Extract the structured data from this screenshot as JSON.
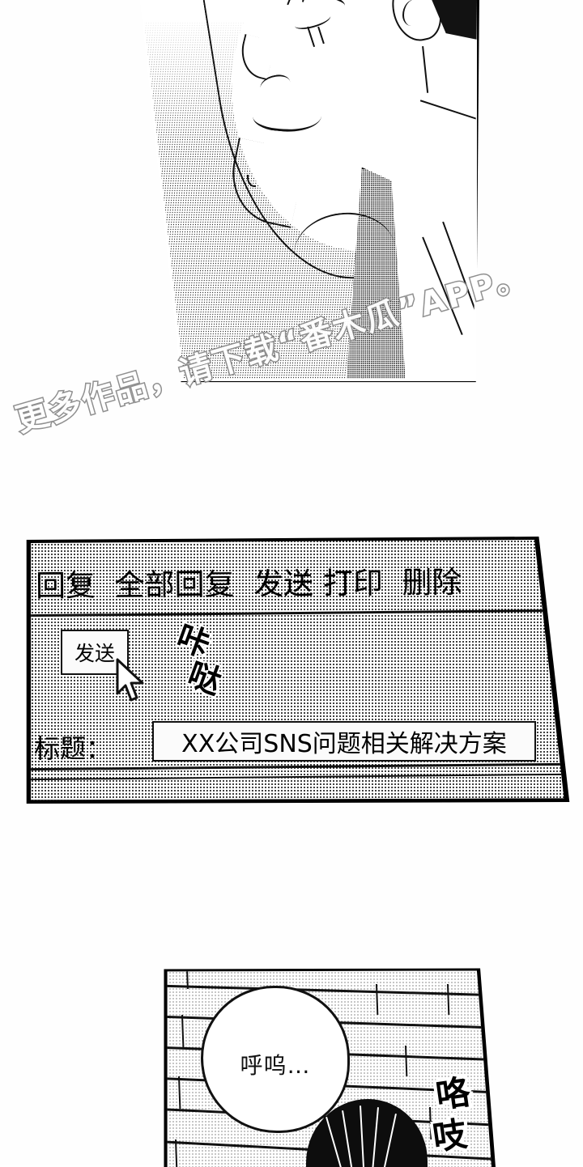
{
  "page": {
    "type": "manga-page",
    "background_color": "#ffffff",
    "ink_color": "#111111"
  },
  "watermark": {
    "text": "更多作品，请下载“番木瓜”APP。",
    "color": "#8a8a8a",
    "rotation_deg": -16
  },
  "panels": [
    {
      "id": "panel-face",
      "order": 1,
      "description": "Close-up profile of a man's lower face, jaw, ear and neck wearing a shirt and tie, rendered with halftone screentone",
      "shape": "slanted trapezoid",
      "texts": []
    },
    {
      "id": "panel-mail",
      "order": 2,
      "description": "Computer screen showing an email client window, slanted perspective trapezoid with halftone dot background",
      "shape": "slanted trapezoid",
      "texts": []
    },
    {
      "id": "panel-wall",
      "order": 3,
      "description": "Brick wall background with a speech bubble and the top of a dark-haired head entering from the bottom",
      "shape": "slanted trapezoid",
      "texts": []
    }
  ],
  "mail_window": {
    "toolbar": {
      "items": [
        {
          "label": "回复",
          "name": "reply"
        },
        {
          "label": "全部回复",
          "name": "reply-all"
        },
        {
          "label": "发送",
          "name": "send"
        },
        {
          "label": "打印",
          "name": "print"
        },
        {
          "label": "删除",
          "name": "delete"
        }
      ]
    },
    "send_button": {
      "label": "发送"
    },
    "cursor": {
      "icon": "mouse-pointer-icon"
    },
    "subject": {
      "label": "标题：",
      "value": "XX公司SNS问题相关解决方案",
      "placeholder": "标题"
    }
  },
  "sound_effects": [
    {
      "name": "click-sfx",
      "text_lines": [
        "咔",
        "哒"
      ],
      "meaning": "click",
      "panel": "panel-mail",
      "rotation_deg": 18
    },
    {
      "name": "creak-sfx",
      "text_lines": [
        "咯",
        "吱"
      ],
      "meaning": "creak",
      "panel": "panel-wall",
      "rotation_deg": -10
    }
  ],
  "dialogue": [
    {
      "name": "sigh-bubble",
      "text": "呼呜…",
      "panel": "panel-wall",
      "bubble_shape": "oval"
    }
  ]
}
